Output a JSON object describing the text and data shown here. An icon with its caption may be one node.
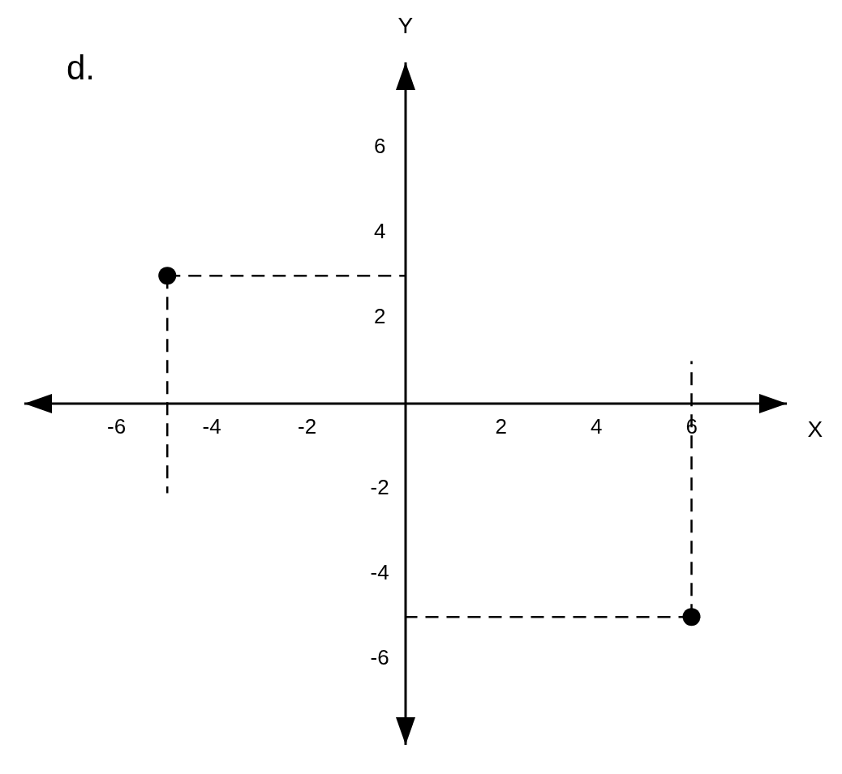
{
  "diagram": {
    "title": "d.",
    "chart_data": {
      "type": "scatter",
      "xlabel": "X",
      "ylabel": "Y",
      "xticks": [
        -6,
        -4,
        -2,
        2,
        4,
        6
      ],
      "yticks": [
        6,
        4,
        2,
        -2,
        -4,
        -6
      ],
      "xlim": [
        -8,
        8
      ],
      "ylim": [
        -8,
        8
      ],
      "x": [
        -5,
        6
      ],
      "ref_lines": [
        {
          "axis": "y",
          "value": 3
        },
        {
          "axis": "x",
          "value": -5
        },
        {
          "axis": "y",
          "value": -5
        },
        {
          "axis": "x",
          "value": 6
        }
      ],
      "series": [
        {
          "color": "#000000",
          "values": [
            3,
            -5
          ]
        }
      ]
    }
  }
}
